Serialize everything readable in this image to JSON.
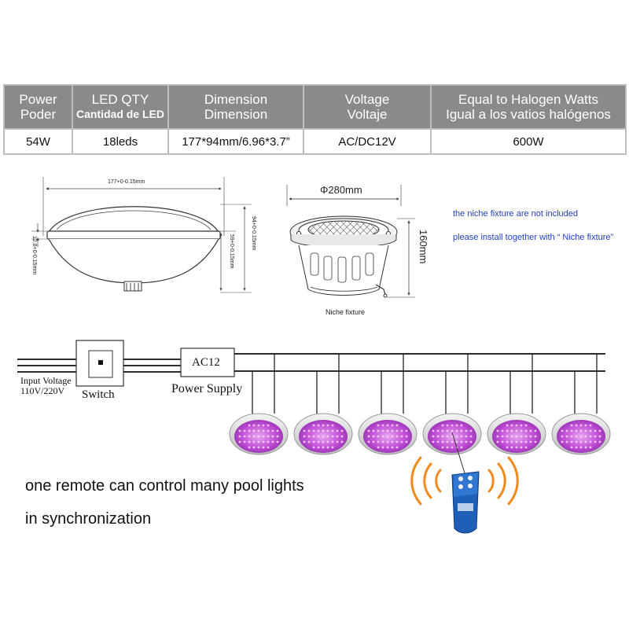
{
  "spec_table": {
    "headers": [
      {
        "line1": "Power",
        "line2": "Poder"
      },
      {
        "line1": "LED QTY",
        "line2": "Cantidad de LED"
      },
      {
        "line1": "Dimension",
        "line2": "Dimension"
      },
      {
        "line1": "Voltage",
        "line2": "Voltaje"
      },
      {
        "line1": "Equal to Halogen Watts",
        "line2": "Igual a los vatios halógenos"
      }
    ],
    "row": [
      "54W",
      "18leds",
      "177*94mm/6.96*3.7”",
      "AC/DC12V",
      "600W"
    ]
  },
  "lamp_drawing": {
    "width_dim": "177+0-0.15mm",
    "total_height_dim": "94+0-0.15mm",
    "body_height_dim": "59+0-0.15mm",
    "lip_height_dim": "12.8+0-0.15mm"
  },
  "niche_drawing": {
    "diameter": "Φ280mm",
    "height": "160mm",
    "caption": "Niche fixture"
  },
  "notes": [
    "the niche fixture are not included",
    "please install together with “ Niche fixture”"
  ],
  "wiring": {
    "input_voltage_line1": "Input Voltage",
    "input_voltage_line2": "110V/220V",
    "switch_label": "Switch",
    "ac_label": "AC12",
    "power_supply_label": "Power Supply",
    "light_count": 6
  },
  "slogan": {
    "line1": "one remote can control many pool lights",
    "line2": "in synchronization"
  },
  "colors": {
    "header_bg": "#8a8a8a",
    "note_text": "#1f3fbf",
    "led_purple": "#c24fd8",
    "remote_blue": "#1f5fb8",
    "signal_orange": "#f08a1c"
  }
}
